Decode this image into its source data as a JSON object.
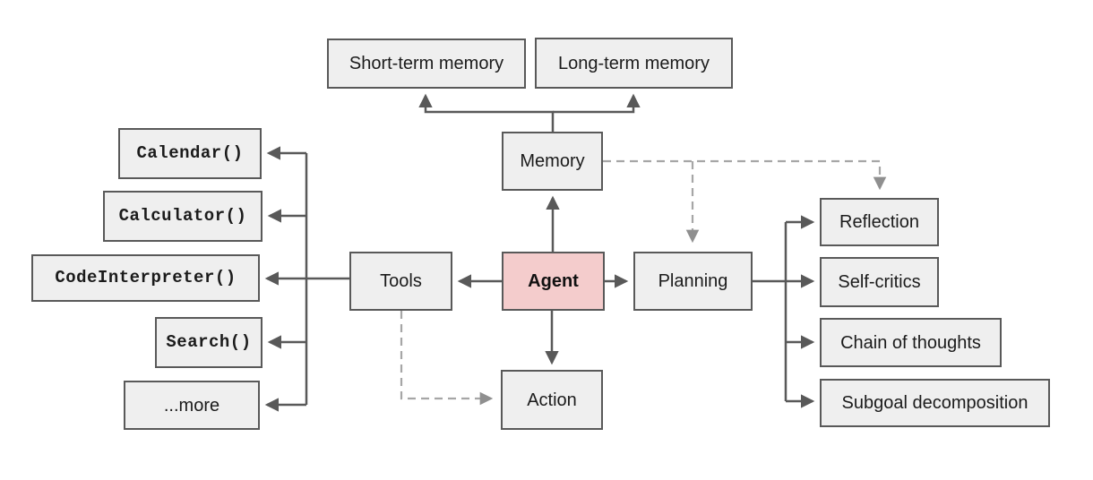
{
  "diagram": {
    "nodes": {
      "short_term_memory": {
        "label": "Short-term memory"
      },
      "long_term_memory": {
        "label": "Long-term memory"
      },
      "memory": {
        "label": "Memory"
      },
      "agent": {
        "label": "Agent"
      },
      "tools": {
        "label": "Tools"
      },
      "planning": {
        "label": "Planning"
      },
      "action": {
        "label": "Action"
      },
      "calendar": {
        "label": "Calendar()"
      },
      "calculator": {
        "label": "Calculator()"
      },
      "code_interpreter": {
        "label": "CodeInterpreter()"
      },
      "search": {
        "label": "Search()"
      },
      "more": {
        "label": "...more"
      },
      "reflection": {
        "label": "Reflection"
      },
      "self_critics": {
        "label": "Self-critics"
      },
      "chain_of_thoughts": {
        "label": "Chain of thoughts"
      },
      "subgoal_decomposition": {
        "label": "Subgoal decomposition"
      }
    },
    "edges": [
      {
        "from": "agent",
        "to": "memory",
        "style": "solid"
      },
      {
        "from": "agent",
        "to": "tools",
        "style": "solid"
      },
      {
        "from": "agent",
        "to": "planning",
        "style": "solid"
      },
      {
        "from": "agent",
        "to": "action",
        "style": "solid"
      },
      {
        "from": "memory",
        "to": "short_term_memory",
        "style": "solid"
      },
      {
        "from": "memory",
        "to": "long_term_memory",
        "style": "solid"
      },
      {
        "from": "tools",
        "to": "calendar",
        "style": "solid"
      },
      {
        "from": "tools",
        "to": "calculator",
        "style": "solid"
      },
      {
        "from": "tools",
        "to": "code_interpreter",
        "style": "solid"
      },
      {
        "from": "tools",
        "to": "search",
        "style": "solid"
      },
      {
        "from": "tools",
        "to": "more",
        "style": "solid"
      },
      {
        "from": "planning",
        "to": "reflection",
        "style": "solid"
      },
      {
        "from": "planning",
        "to": "self_critics",
        "style": "solid"
      },
      {
        "from": "planning",
        "to": "chain_of_thoughts",
        "style": "solid"
      },
      {
        "from": "planning",
        "to": "subgoal_decomposition",
        "style": "solid"
      },
      {
        "from": "memory",
        "to": "planning",
        "style": "dashed"
      },
      {
        "from": "memory",
        "to": "reflection",
        "style": "dashed"
      },
      {
        "from": "tools",
        "to": "action",
        "style": "dashed"
      }
    ],
    "colors": {
      "background": "#ffffff",
      "node_fill": "#efefef",
      "node_border": "#595959",
      "agent_fill": "#f4cccc",
      "solid_arrow": "#595959",
      "dashed_arrow": "#a6a6a6",
      "text": "#1b1b1b"
    }
  }
}
